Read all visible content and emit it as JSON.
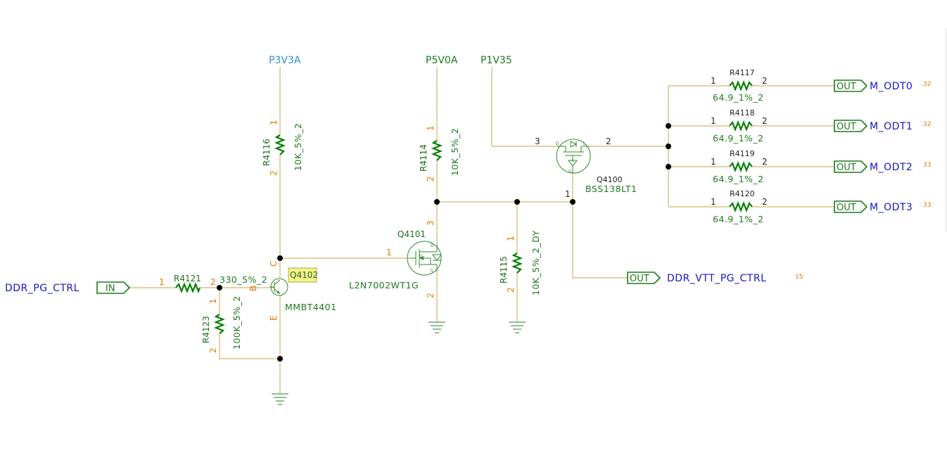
{
  "power": {
    "p3v3a": "P3V3A",
    "p5v0a": "P5V0A",
    "p1v35": "P1V35"
  },
  "nets": {
    "ddr_pg_ctrl": "DDR_PG_CTRL",
    "ddr_vtt_pg_ctrl": "DDR_VTT_PG_CTRL",
    "ddr_vtt_xref": "15",
    "odt": [
      {
        "name": "M_ODT0",
        "xref": "32"
      },
      {
        "name": "M_ODT1",
        "xref": "32"
      },
      {
        "name": "M_ODT2",
        "xref": "33"
      },
      {
        "name": "M_ODT3",
        "xref": "33"
      }
    ]
  },
  "ports": {
    "in_label": "IN",
    "out_label": "OUT"
  },
  "resistors": {
    "r4116": {
      "ref": "R4116",
      "value": "10K_5%_2",
      "pin1": "1",
      "pin2": "2"
    },
    "r4114": {
      "ref": "R4114",
      "value": "10K_5%_2",
      "pin1": "1",
      "pin2": "2"
    },
    "r4115": {
      "ref": "R4115",
      "value": "10K_5%_2_DY",
      "pin1": "1",
      "pin2": "2"
    },
    "r4121": {
      "ref": "R4121",
      "value": "330_5%_2",
      "pin1": "1",
      "pin2": "2"
    },
    "r4123": {
      "ref": "R4123",
      "value": "100K_5%_2",
      "pin1": "1",
      "pin2": "2"
    },
    "odt": [
      {
        "ref": "R4117",
        "value": "64.9_1%_2",
        "pin1": "1",
        "pin2": "2"
      },
      {
        "ref": "R4118",
        "value": "64.9_1%_2",
        "pin1": "1",
        "pin2": "2"
      },
      {
        "ref": "R4119",
        "value": "64.9_1%_2",
        "pin1": "1",
        "pin2": "2"
      },
      {
        "ref": "R4120",
        "value": "64.9_1%_2",
        "pin1": "1",
        "pin2": "2"
      }
    ]
  },
  "transistors": {
    "q4102": {
      "ref": "Q4102",
      "part": "MMBT4401",
      "pin_c": "C",
      "pin_b": "B",
      "pin_e": "E"
    },
    "q4101": {
      "ref": "Q4101",
      "part": "L2N7002WT1G",
      "pin_g": "1",
      "pin_d": "3",
      "pin_s": "2"
    },
    "q4100": {
      "ref": "Q4100",
      "part": "BSS138LT1",
      "pin_d": "3",
      "pin_s": "2",
      "pin_g": "1"
    }
  }
}
